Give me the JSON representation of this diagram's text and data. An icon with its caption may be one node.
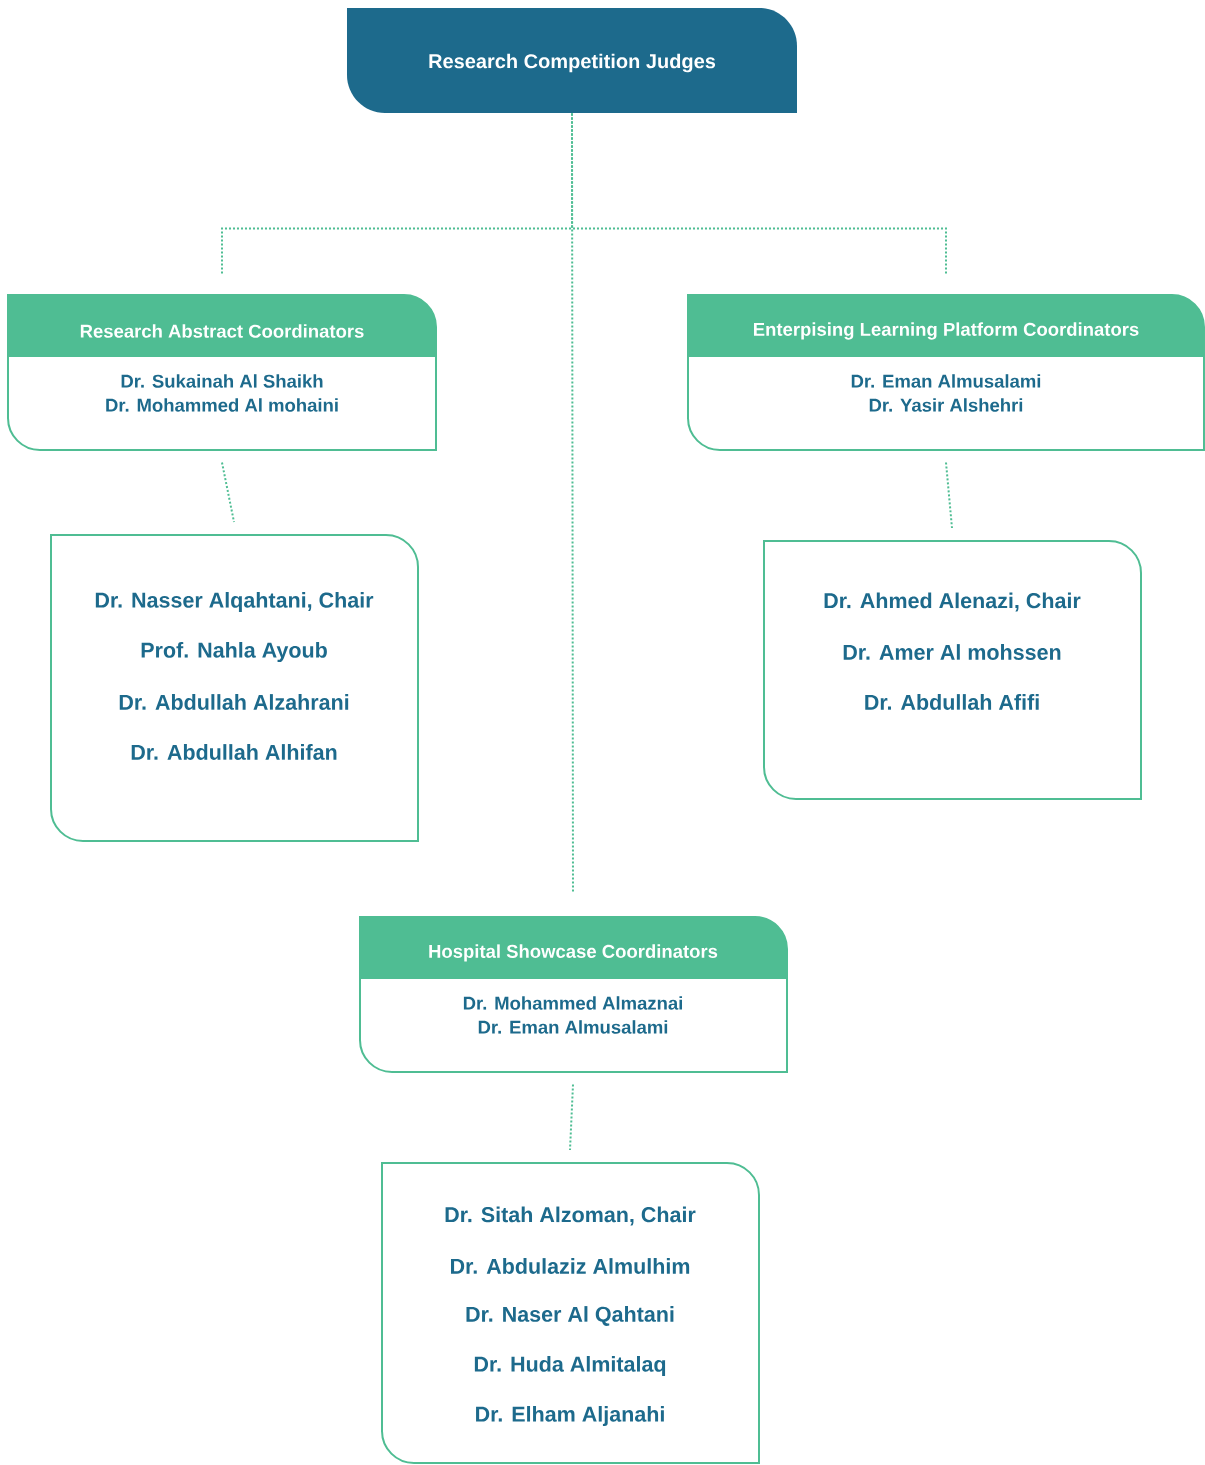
{
  "diagram": {
    "nodes": [
      {
        "text": [
          "Research Competition Judges"
        ]
      },
      {
        "text": [
          "Research Abstract Coordinators",
          "Dr. Sukainah Al Shaikh",
          "Dr. Mohammed Al mohaini"
        ]
      },
      {
        "text": [
          "Enterpising Learning Platform Coordinators",
          "Dr. Eman Almusalami",
          "Dr. Yasir Alshehri"
        ]
      },
      {
        "text": [
          "Dr. Nasser Alqahtani, Chair",
          "Prof. Nahla Ayoub",
          "Dr. Abdullah Alzahrani",
          "Dr. Abdullah Alhifan"
        ]
      },
      {
        "text": [
          "Dr. Ahmed Alenazi, Chair",
          "Dr. Amer Al mohssen",
          "Dr. Abdullah Afifi"
        ]
      },
      {
        "text": [
          "Hospital Showcase Coordinators",
          "Dr. Mohammed Almaznai",
          "Dr. Eman Almusalami"
        ]
      },
      {
        "text": [
          "Dr. Sitah Alzoman, Chair",
          "Dr. Abdulaziz Almulhim",
          "Dr. Naser Al Qahtani",
          "Dr. Huda Almitalaq",
          "Dr. Elham Aljanahi"
        ]
      }
    ],
    "edges": [
      {
        "from": 0,
        "to": 1,
        "arrow": "none"
      },
      {
        "from": 0,
        "to": 2,
        "arrow": "none"
      },
      {
        "from": 0,
        "to": 5,
        "arrow": "none"
      },
      {
        "from": 1,
        "to": 3,
        "arrow": "none"
      },
      {
        "from": 2,
        "to": 4,
        "arrow": "none"
      },
      {
        "from": 5,
        "to": 6,
        "arrow": "none"
      }
    ]
  }
}
